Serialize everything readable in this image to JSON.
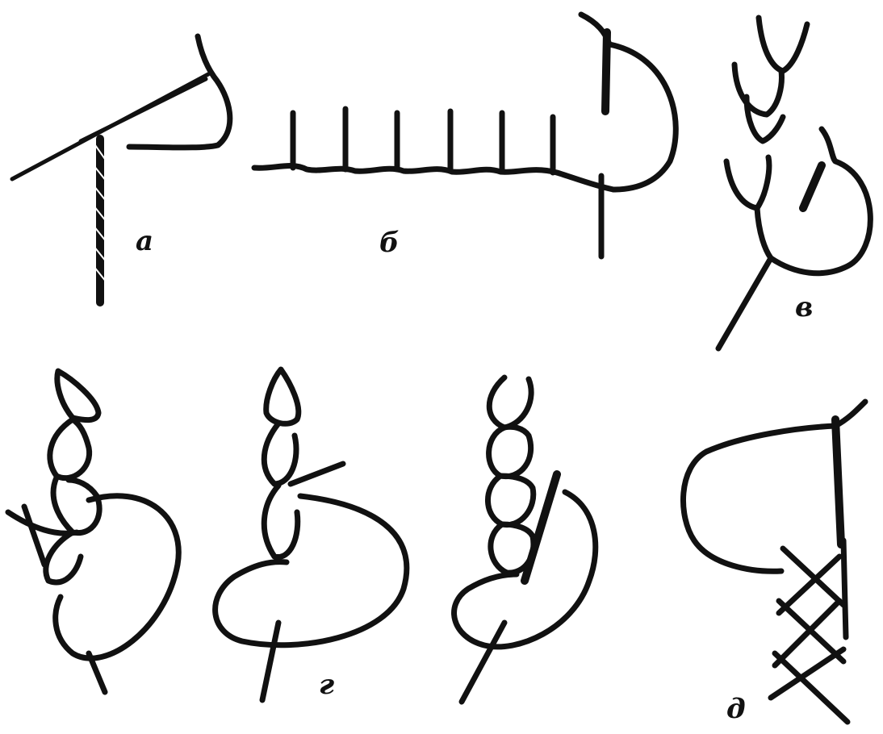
{
  "labels": {
    "a": "а",
    "b": "б",
    "v": "в",
    "g": "г",
    "d": "д"
  },
  "colors": {
    "ink": "#111111",
    "background": "#ffffff"
  }
}
